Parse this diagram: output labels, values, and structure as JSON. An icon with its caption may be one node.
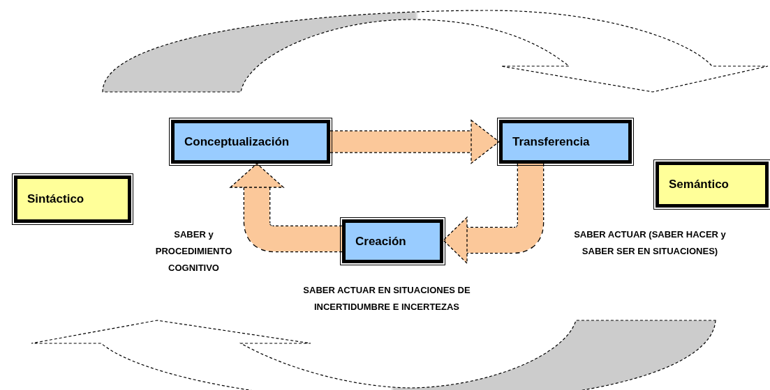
{
  "diagram": {
    "nodes": [
      {
        "text": [
          "Sintáctico"
        ]
      },
      {
        "text": [
          "Conceptualización"
        ]
      },
      {
        "text": [
          "Transferencia"
        ]
      },
      {
        "text": [
          "Creación"
        ]
      },
      {
        "text": [
          "Semántico"
        ]
      }
    ],
    "edges": [
      {
        "from": 1,
        "to": 2,
        "arrow": "to"
      },
      {
        "from": 2,
        "to": 3,
        "arrow": "to"
      },
      {
        "from": 3,
        "to": 1,
        "arrow": "to"
      }
    ],
    "labels": [
      "SABER y PROCEDIMIENTO COGNITIVO",
      "SABER ACTUAR (SABER HACER y SABER SER EN SITUACIONES)",
      "SABER ACTUAR EN SITUACIONES DE INCERTIDUMBRE E INCERTEZAS"
    ]
  }
}
